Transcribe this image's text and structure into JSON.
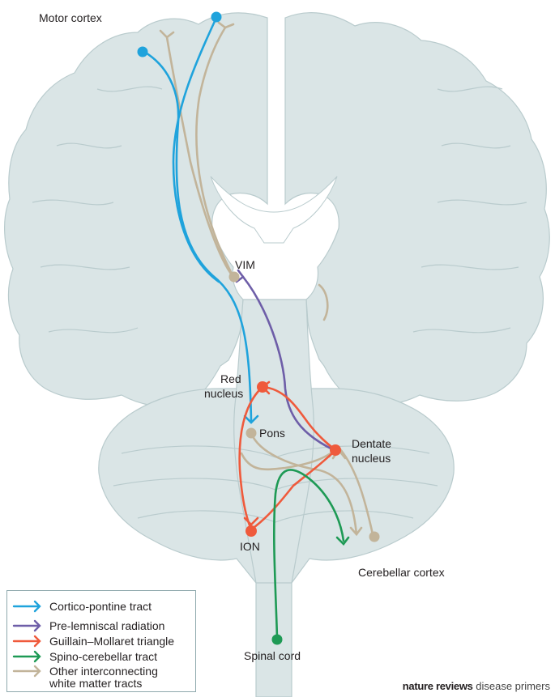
{
  "labels": {
    "motor_cortex": "Motor cortex",
    "vim": "VIM",
    "red_nucleus_line1": "Red",
    "red_nucleus_line2": "nucleus",
    "pons": "Pons",
    "dentate_line1": "Dentate",
    "dentate_line2": "nucleus",
    "ion": "ION",
    "cerebellar_cortex": "Cerebellar cortex",
    "spinal_cord": "Spinal cord"
  },
  "legend": [
    {
      "label": "Cortico-pontine tract",
      "color": "#1fa3dc"
    },
    {
      "label": "Pre-lemniscal radiation",
      "color": "#6e5ea8"
    },
    {
      "label": "Guillain–Mollaret triangle",
      "color": "#ef5a3c"
    },
    {
      "label": "Spino-cerebellar tract",
      "color": "#1e9a55"
    },
    {
      "label": "Other interconnecting",
      "label_line2": "white matter tracts",
      "color": "#c2b49a"
    }
  ],
  "colors": {
    "brain_fill": "#dae5e6",
    "brain_stroke": "#b9cbcd",
    "background": "#ffffff"
  },
  "brand": {
    "journal": "nature reviews",
    "section": "disease primers"
  }
}
